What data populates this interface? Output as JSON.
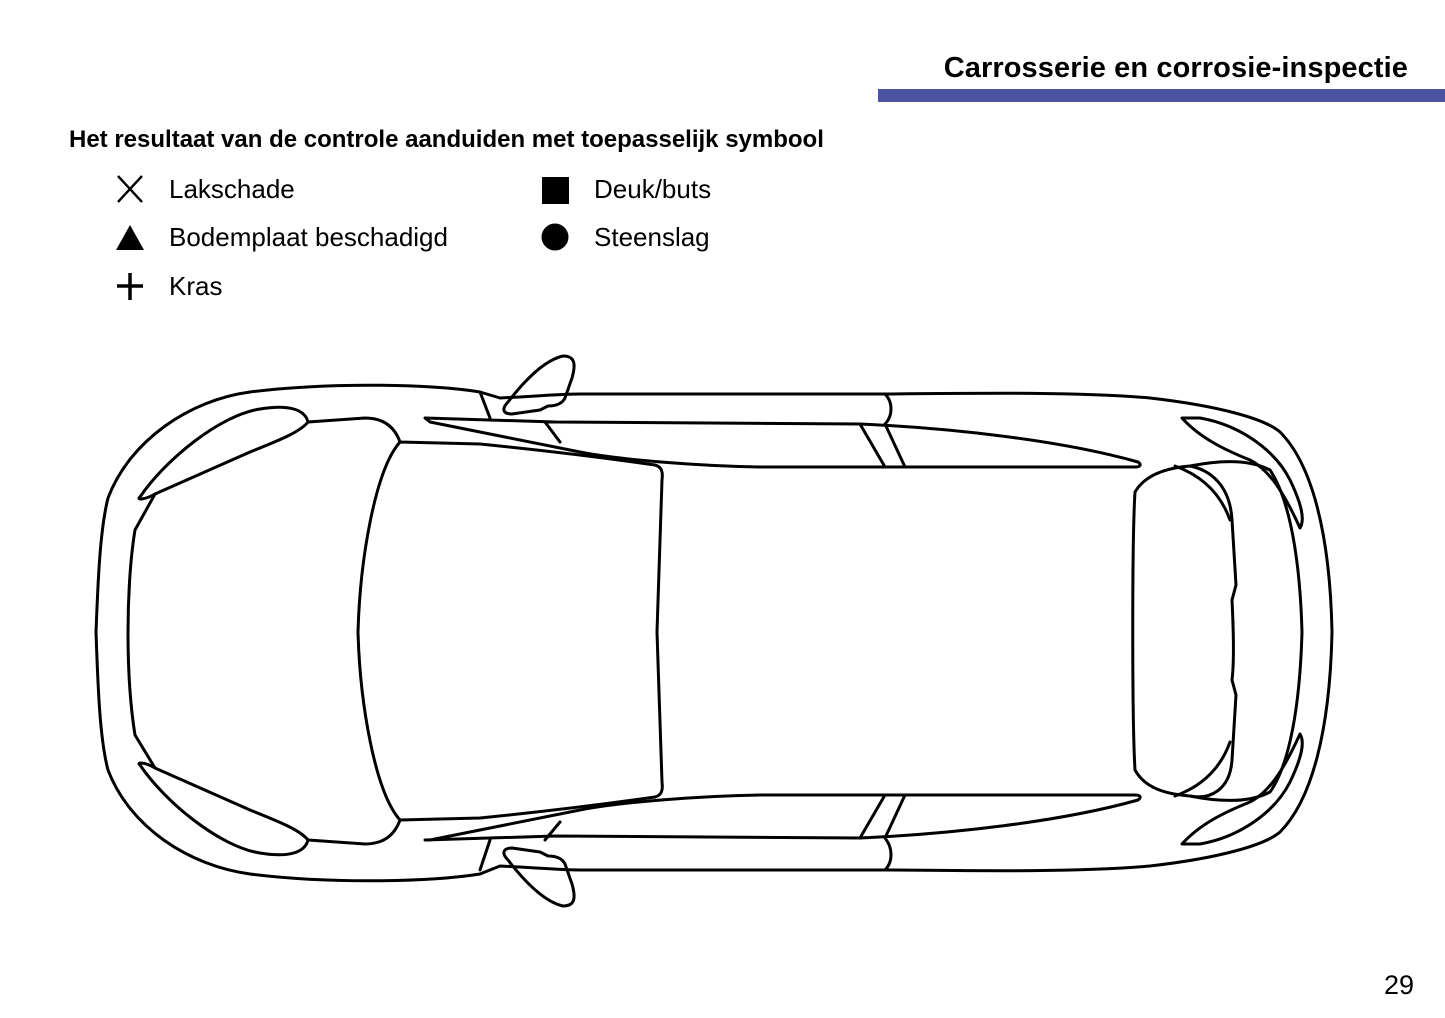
{
  "header": {
    "title": "Carrosserie en corrosie-inspectie",
    "accent_bar_color": "#4c53a0"
  },
  "instruction": "Het resultaat van de controle aanduiden met toepasselijk symbool",
  "legend": {
    "items": [
      {
        "icon": "x-cross-icon",
        "glyph": "✕",
        "label": "Lakschade"
      },
      {
        "icon": "filled-square-icon",
        "glyph": "■",
        "label": "Deuk/buts"
      },
      {
        "icon": "filled-triangle-icon",
        "glyph": "▲",
        "label": "Bodemplaat beschadigd"
      },
      {
        "icon": "filled-circle-icon",
        "glyph": "●",
        "label": "Steenslag"
      },
      {
        "icon": "plus-icon",
        "glyph": "+",
        "label": "Kras"
      }
    ]
  },
  "diagram": {
    "subject": "car-top-view-outline",
    "orientation": "front-left"
  },
  "footer": {
    "page_number": "29"
  }
}
